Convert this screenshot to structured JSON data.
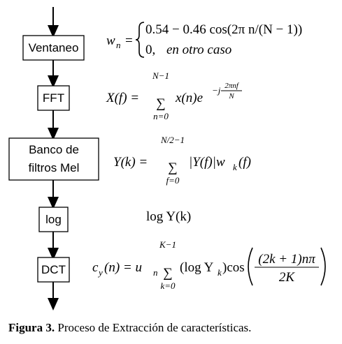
{
  "diagram": {
    "steps": [
      {
        "key": "ventaneo",
        "label": "Ventaneo"
      },
      {
        "key": "fft",
        "label": "FFT"
      },
      {
        "key": "banco",
        "label_lines": [
          "Banco de",
          "filtros Mel"
        ]
      },
      {
        "key": "log",
        "label": "log"
      },
      {
        "key": "dct",
        "label": "DCT"
      }
    ],
    "equations": {
      "window": {
        "lhs": "w",
        "lhs_sub": "n",
        "case1": "0.54 − 0.46 cos(2π n/(N − 1))",
        "case2_value": "0,",
        "case2_text": "en otro caso"
      },
      "fft": {
        "lhs": "X(f) =",
        "sum_upper": "N−1",
        "sum_lower": "n=0",
        "body": "x(n)e",
        "exp_sign": "−j",
        "exp_num": "2πnf",
        "exp_den": "N"
      },
      "mel": {
        "lhs": "Y(k) =",
        "sum_upper": "N/2−1",
        "sum_lower": "f=0",
        "body": "|Y(f)|w",
        "body_sub": "k",
        "body_tail": "(f)"
      },
      "log": {
        "text": "log Y(k)"
      },
      "dct": {
        "lhs": "c",
        "lhs_sub": "y",
        "lhs_tail": "(n) = u",
        "u_sub": "n",
        "sum_upper": "K−1",
        "sum_lower": "k=0",
        "body": "(log Y",
        "body_sub": "k",
        "body_tail": ")cos",
        "frac_num": "(2k + 1)nπ",
        "frac_den": "2K"
      }
    }
  },
  "caption": {
    "label": "Figura 3.",
    "text": " Proceso de Extracción de características."
  }
}
